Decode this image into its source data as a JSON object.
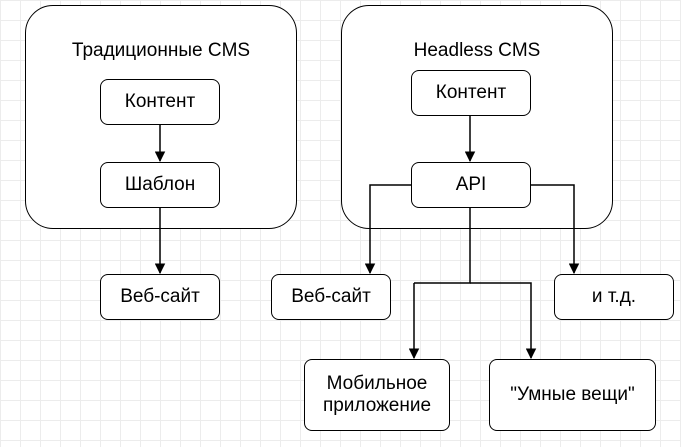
{
  "groups": {
    "traditional": {
      "title": "Традиционные CMS"
    },
    "headless": {
      "title": "Headless CMS"
    }
  },
  "nodes": {
    "trad_content": "Контент",
    "trad_template": "Шаблон",
    "trad_website": "Веб-сайт",
    "headless_content": "Контент",
    "api": "API",
    "headless_website": "Веб-сайт",
    "etc": "и т.д.",
    "mobile_app": "Мобильное\nприложение",
    "smart_things": "\"Умные вещи\""
  },
  "colors": {
    "line": "#000000",
    "grid": "#ececec",
    "background": "#ffffff"
  }
}
